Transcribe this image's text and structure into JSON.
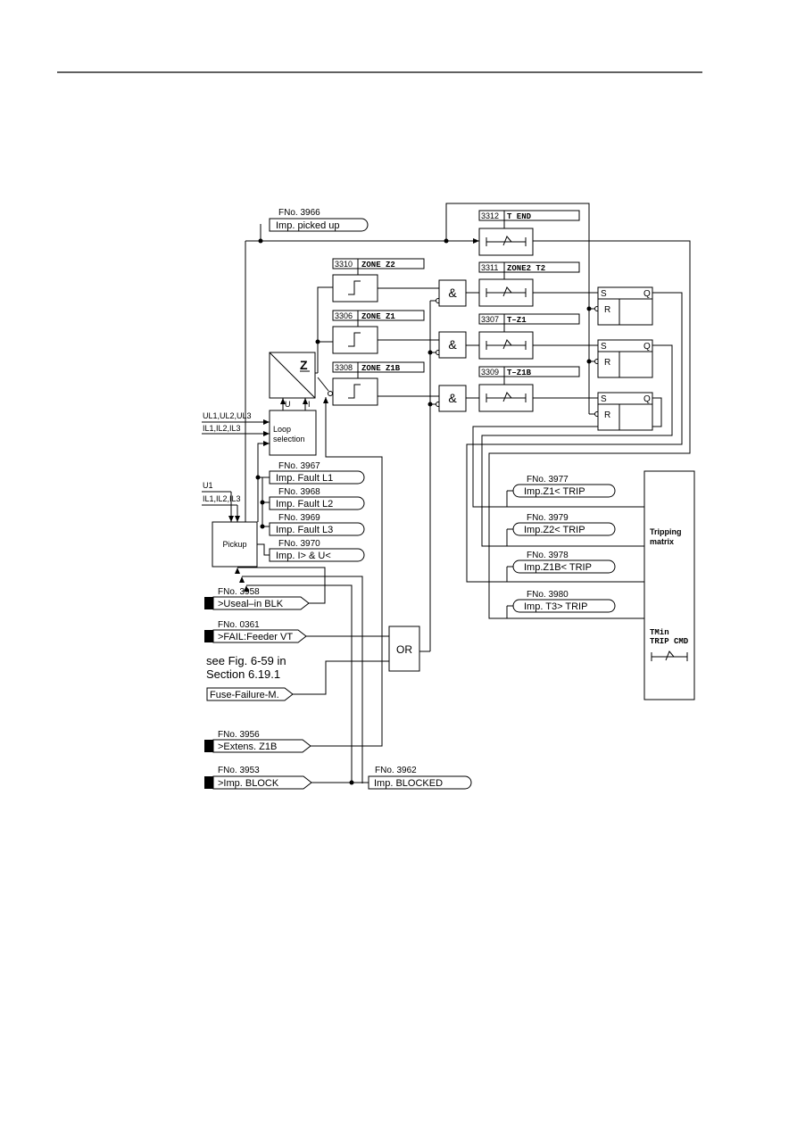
{
  "signals": {
    "picked_up": {
      "fno": "FNo. 3966",
      "label": "Imp. picked up"
    },
    "fault_l1": {
      "fno": "FNo. 3967",
      "label": "Imp. Fault L1"
    },
    "fault_l2": {
      "fno": "FNo. 3968",
      "label": "Imp. Fault L2"
    },
    "fault_l3": {
      "fno": "FNo. 3969",
      "label": "Imp. Fault L3"
    },
    "i_u": {
      "fno": "FNo. 3970",
      "label": "Imp. I> & U<"
    },
    "useal_blk": {
      "fno": "FNo. 3958",
      "label": ">Useal–in BLK"
    },
    "fail_vt": {
      "fno": "FNo. 0361",
      "label": ">FAIL:Feeder VT"
    },
    "fuse_failure": {
      "label": "Fuse-Failure-M."
    },
    "extens_z1b": {
      "fno": "FNo. 3956",
      "label": ">Extens. Z1B"
    },
    "imp_block": {
      "fno": "FNo. 3953",
      "label": ">Imp. BLOCK"
    },
    "imp_blocked": {
      "fno": "FNo. 3962",
      "label": "Imp. BLOCKED"
    },
    "trip_z1": {
      "fno": "FNo. 3977",
      "label": "Imp.Z1< TRIP"
    },
    "trip_z2": {
      "fno": "FNo. 3979",
      "label": "Imp.Z2< TRIP"
    },
    "trip_z1b": {
      "fno": "FNo. 3978",
      "label": "Imp.Z1B< TRIP"
    },
    "trip_t3": {
      "fno": "FNo. 3980",
      "label": "Imp. T3> TRIP"
    }
  },
  "params": {
    "t_end": {
      "num": "3312",
      "name": "T END"
    },
    "zone_z2": {
      "num": "3310",
      "name": "ZONE  Z2"
    },
    "zone2_t2": {
      "num": "3311",
      "name": "ZONE2  T2"
    },
    "zone_z1": {
      "num": "3306",
      "name": "ZONE  Z1"
    },
    "t_z1": {
      "num": "3307",
      "name": "T–Z1"
    },
    "zone_z1b": {
      "num": "3308",
      "name": "ZONE  Z1B"
    },
    "t_z1b": {
      "num": "3309",
      "name": "T–Z1B"
    }
  },
  "inputs": {
    "voltages": "UL1,UL2,UL3",
    "currents": "IL1,IL2,IL3",
    "u1": "U1",
    "currents2": "IL1,IL2,IL3"
  },
  "blocks": {
    "z_label": "Z",
    "u_label": "U",
    "i_label": "I",
    "loop_line1": "Loop",
    "loop_line2": "selection",
    "pickup": "Pickup",
    "and_symbol": "&",
    "or_label": "OR",
    "ff_s": "S",
    "ff_q": "Q",
    "ff_r": "R",
    "tripping_matrix_1": "Tripping",
    "tripping_matrix_2": "matrix",
    "tmin_1": "TMin",
    "tmin_2": "TRIP CMD"
  },
  "notes": {
    "line1": "see Fig. 6-59 in",
    "line2": "Section 6.19.1"
  }
}
